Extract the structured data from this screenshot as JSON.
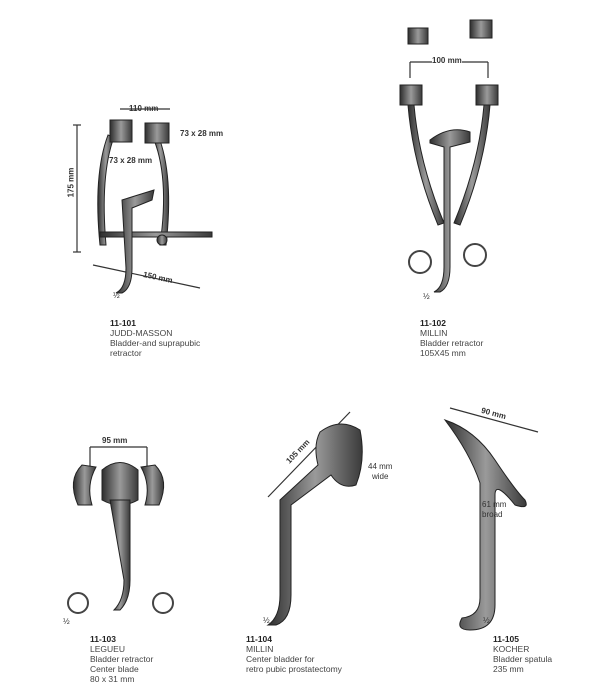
{
  "scale_mark": "½",
  "items": [
    {
      "code": "11-101",
      "name": "JUDD-MASSON",
      "desc1": "Bladder-and suprapubic",
      "desc2": "retractor",
      "dims": {
        "width": "110 mm",
        "blade_left": "73 x 28 mm",
        "blade_right": "73 x 28 mm",
        "height": "175 mm",
        "span": "150 mm"
      }
    },
    {
      "code": "11-102",
      "name": "MILLIN",
      "desc1": "Bladder retractor",
      "desc2": "105X45 mm",
      "dims": {
        "width": "100 mm"
      }
    },
    {
      "code": "11-103",
      "name": "LEGUEU",
      "desc1": "Bladder retractor",
      "desc2": "Center blade",
      "desc3": "80 x 31 mm",
      "dims": {
        "width": "95 mm"
      }
    },
    {
      "code": "11-104",
      "name": "MILLIN",
      "desc1": "Center bladder for",
      "desc2": "retro pubic prostatectomy",
      "dims": {
        "length": "105 mm",
        "wide_a": "44 mm",
        "wide_b": "wide"
      }
    },
    {
      "code": "11-105",
      "name": "KOCHER",
      "desc1": "Bladder spatula",
      "desc2": "235 mm",
      "dims": {
        "length": "90 mm",
        "broad_a": "61 mm",
        "broad_b": "broad"
      }
    }
  ],
  "colors": {
    "metal_dark": "#3a3a3a",
    "metal_light": "#9a9a9a"
  }
}
